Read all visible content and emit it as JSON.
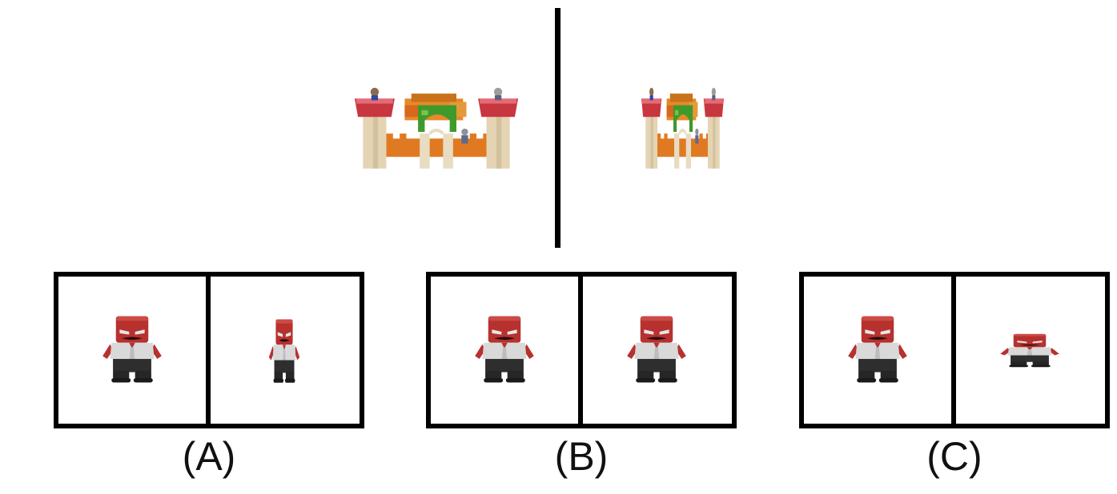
{
  "example": {
    "original_image": "toy-castle-blocks",
    "transformed_image": "toy-castle-blocks-horizontally-squeezed"
  },
  "options": [
    {
      "label": "(A)",
      "left_image": "angry-red-character-toy",
      "right_image": "angry-red-character-toy-horizontally-squeezed"
    },
    {
      "label": "(B)",
      "left_image": "angry-red-character-toy",
      "right_image": "angry-red-character-toy-unchanged"
    },
    {
      "label": "(C)",
      "left_image": "angry-red-character-toy",
      "right_image": "angry-red-character-toy-vertically-squeezed"
    }
  ],
  "colors": {
    "frame": "#000000",
    "castle_red": "#c8363f",
    "castle_orange": "#e07a22",
    "castle_green": "#3f9a2c",
    "castle_wood": "#e4d4b4",
    "toy_red": "#b7312f",
    "toy_shirt": "#d9d9d9",
    "toy_pants": "#2e2e2e"
  }
}
